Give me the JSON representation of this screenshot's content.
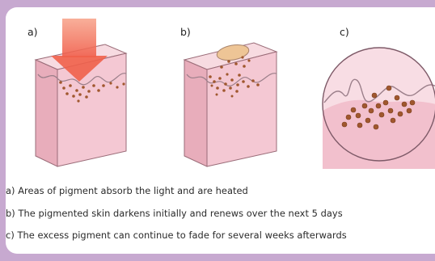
{
  "labels": {
    "a": "a)",
    "b": "b)",
    "c": "c)"
  },
  "captions": [
    "a) Areas of pigment absorb the light and are heated",
    "b) The pigmented skin darkens initially and renews over the next 5 days",
    "c) The excess pigment can continue to fade for several weeks afterwards"
  ],
  "colors": {
    "skin_front": "#f3c7d2",
    "skin_top": "#f7dbe1",
    "skin_side": "#e6a9b8",
    "pigment": "#a0572e",
    "laser": "#f27a62",
    "scab": "#eec596",
    "frame": "#c7a9d0"
  }
}
